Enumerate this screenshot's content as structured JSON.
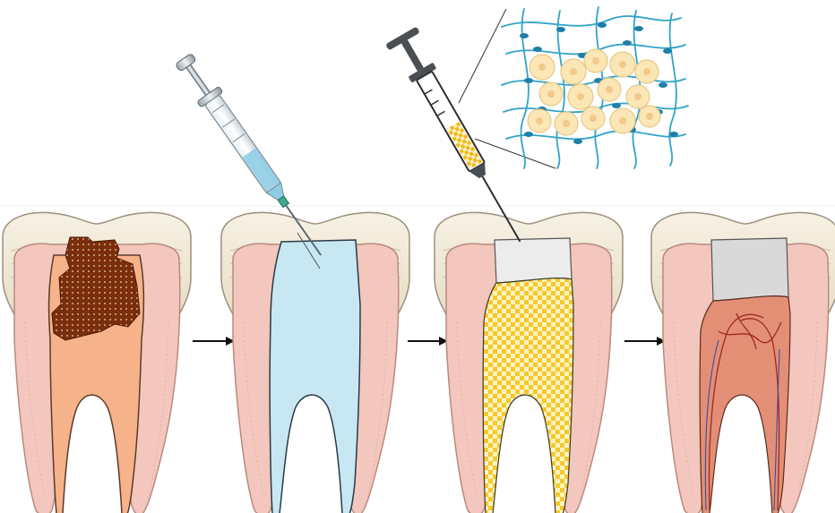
{
  "figure": {
    "stages": [
      {
        "id": "infected",
        "pulp": "necrotic"
      },
      {
        "id": "irrigated",
        "pulp": "disinfectant"
      },
      {
        "id": "scaffold",
        "pulp": "hydrogel-scaffold"
      },
      {
        "id": "regenerated",
        "pulp": "vascularized-tissue"
      }
    ],
    "arrows": 3,
    "colors": {
      "enamel": "#f3ead8",
      "dentin": "#f3c7bd",
      "decay": "#7a2e0b",
      "pulp": "#f6b289",
      "irrigant": "#c7e7f3",
      "scaffold": "#f6d24a",
      "filling": "#dcdcdc",
      "tissue": "#d76c55",
      "cells": "#fbe6b5",
      "fibers": "#33a3c7"
    },
    "icons": [
      "syringe-icon",
      "hydrogel-syringe-icon",
      "cell-network-inset"
    ]
  }
}
